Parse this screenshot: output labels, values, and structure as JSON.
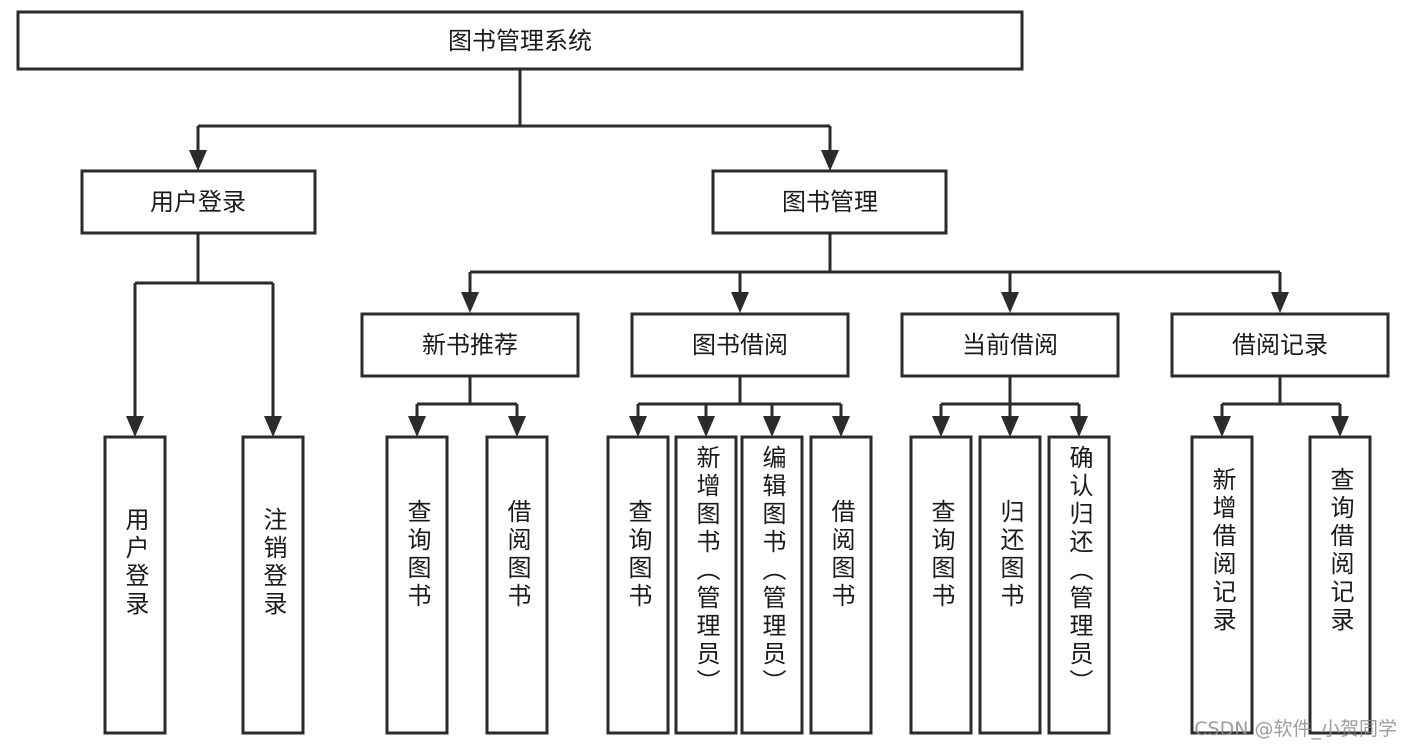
{
  "diagram": {
    "type": "tree",
    "title": "图书管理系统",
    "watermark": "CSDN @软件_小贺同学",
    "colors": {
      "background": "#ffffff",
      "box_stroke": "#2b2b2b",
      "box_fill": "#ffffff",
      "text": "#1a1a1a",
      "watermark": "#8c8c8c"
    },
    "nodes": {
      "root": {
        "label": "图书管理系统",
        "level": 1,
        "orientation": "horizontal"
      },
      "l2": [
        {
          "id": "user-login",
          "label": "用户登录",
          "level": 2,
          "orientation": "horizontal"
        },
        {
          "id": "book-management",
          "label": "图书管理",
          "level": 2,
          "orientation": "horizontal"
        }
      ],
      "l3": [
        {
          "id": "new-book-recommend",
          "label": "新书推荐",
          "level": 3,
          "orientation": "horizontal",
          "parent": "book-management"
        },
        {
          "id": "book-borrow",
          "label": "图书借阅",
          "level": 3,
          "orientation": "horizontal",
          "parent": "book-management"
        },
        {
          "id": "current-borrow",
          "label": "当前借阅",
          "level": 3,
          "orientation": "horizontal",
          "parent": "book-management"
        },
        {
          "id": "borrow-record",
          "label": "借阅记录",
          "level": 3,
          "orientation": "horizontal",
          "parent": "book-management"
        }
      ],
      "leaves": [
        {
          "id": "leaf-user-login",
          "label": "用户登录",
          "parent": "user-login",
          "orientation": "vertical"
        },
        {
          "id": "leaf-logout",
          "label": "注销登录",
          "parent": "user-login",
          "orientation": "vertical"
        },
        {
          "id": "leaf-query-book-1",
          "label": "查询图书",
          "parent": "new-book-recommend",
          "orientation": "vertical"
        },
        {
          "id": "leaf-borrow-book-1",
          "label": "借阅图书",
          "parent": "new-book-recommend",
          "orientation": "vertical"
        },
        {
          "id": "leaf-query-book-2",
          "label": "查询图书",
          "parent": "book-borrow",
          "orientation": "vertical"
        },
        {
          "id": "leaf-add-book",
          "label": "新增图书（管理员）",
          "parent": "book-borrow",
          "orientation": "vertical"
        },
        {
          "id": "leaf-edit-book",
          "label": "编辑图书（管理员）",
          "parent": "book-borrow",
          "orientation": "vertical"
        },
        {
          "id": "leaf-borrow-book-2",
          "label": "借阅图书",
          "parent": "book-borrow",
          "orientation": "vertical"
        },
        {
          "id": "leaf-query-book-3",
          "label": "查询图书",
          "parent": "current-borrow",
          "orientation": "vertical"
        },
        {
          "id": "leaf-return-book",
          "label": "归还图书",
          "parent": "current-borrow",
          "orientation": "vertical"
        },
        {
          "id": "leaf-confirm-return",
          "label": "确认归还（管理员）",
          "parent": "current-borrow",
          "orientation": "vertical"
        },
        {
          "id": "leaf-add-record",
          "label": "新增借阅记录",
          "parent": "borrow-record",
          "orientation": "vertical"
        },
        {
          "id": "leaf-query-record",
          "label": "查询借阅记录",
          "parent": "borrow-record",
          "orientation": "vertical"
        }
      ]
    }
  }
}
